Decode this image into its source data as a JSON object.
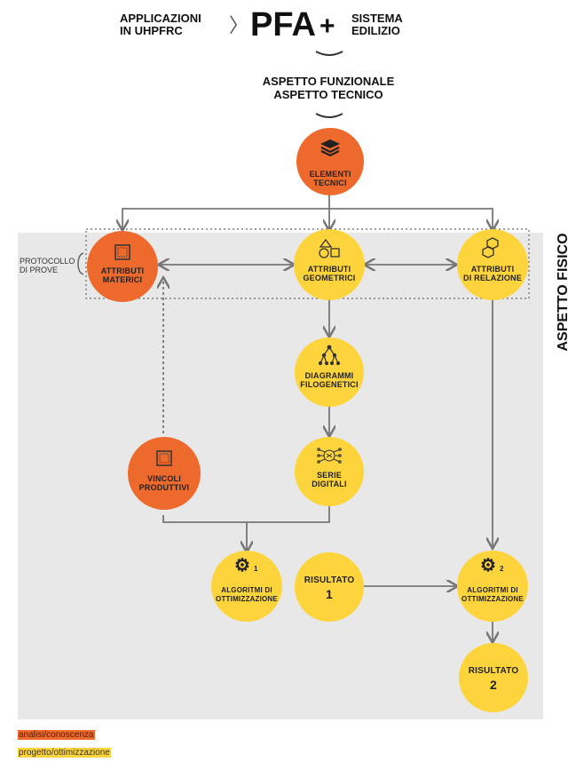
{
  "header": {
    "applicazioni_line1": "APPLICAZIONI",
    "applicazioni_line2": "IN UHPFRC",
    "chevron": "〉",
    "pfa": "PFA",
    "plus": "+",
    "sistema_line1": "SISTEMA",
    "sistema_line2": "EDILIZIO",
    "aspetto_funzionale": "ASPETTO FUNZIONALE",
    "aspetto_tecnico": "ASPETTO TECNICO"
  },
  "side_label": "ASPETTO FISICO",
  "protocollo": {
    "line1": "PROTOCOLLO",
    "line2": "DI PROVE"
  },
  "nodes": {
    "elementi": {
      "line1": "ELEMENTI",
      "line2": "TECNICI",
      "icon": "layers-icon"
    },
    "attributi_materici": {
      "line1": "ATTRIBUTI",
      "line2": "MATERICI",
      "icon": "square-icon"
    },
    "attributi_geometrici": {
      "line1": "ATTRIBUTI",
      "line2": "GEOMETRICI",
      "icon": "shapes-icon"
    },
    "attributi_relazione": {
      "line1": "ATTRIBUTI",
      "line2": "DI RELAZIONE",
      "icon": "hexagons-icon"
    },
    "diagrammi": {
      "line1": "DIAGRAMMI",
      "line2": "FILOGENETICI",
      "icon": "tree-icon"
    },
    "vincoli": {
      "line1": "VINCOLI",
      "line2": "PRODUTTIVI",
      "icon": "square-icon"
    },
    "serie": {
      "line1": "SERIE",
      "line2": "DIGITALI",
      "icon": "network-icon"
    },
    "algoritmi1": {
      "line1": "ALGORITMI DI",
      "line2": "OTTIMIZZAZIONE",
      "icon": "gear-icon",
      "index": "1"
    },
    "risultato1": {
      "line1": "RISULTATO",
      "line2": "1"
    },
    "algoritmi2": {
      "line1": "ALGORITMI DI",
      "line2": "OTTIMIZZAZIONE",
      "icon": "gear-icon",
      "index": "2"
    },
    "risultato2": {
      "line1": "RISULTATO",
      "line2": "2"
    }
  },
  "legend": {
    "analisi": "analisi/conoscenza",
    "progetto": "progetto/ottimizzazione"
  },
  "colors": {
    "orange": "#ee6a2c",
    "yellow": "#fdd43c",
    "panel": "#e8e8e8",
    "arrow": "#777777"
  }
}
